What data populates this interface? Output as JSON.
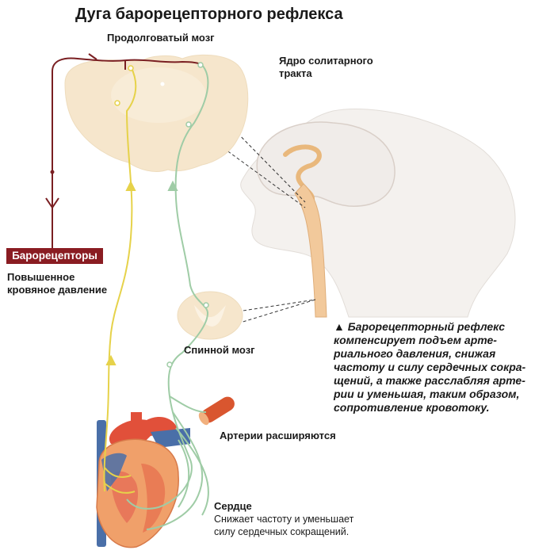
{
  "title": "Дуга барорецепторного рефлекса",
  "labels": {
    "medulla": "Продолговатый мозг",
    "solitary_nucleus": [
      "Ядро солитарного",
      "тракта"
    ],
    "baroreceptors": "Барорецепторы",
    "pressure": [
      "Повышенное",
      "кровяное давление"
    ],
    "spinal_cord": "Спинной мозг",
    "arteries": "Артерии расширяются",
    "heart_title": "Сердце",
    "heart_desc": [
      "Снижает частоту и уменьшает",
      "силу сердечных сокращений."
    ]
  },
  "caption": {
    "marker": "▲",
    "lines": [
      "Барорецепторный рефлекс",
      "компенсирует подъем арте-",
      "риального давления, снижая",
      "частоту и силу сердечных сокра-",
      "щений, а также расслабляя арте-",
      "рии и уменьшая, таким образом,",
      "сопротивление кровотоку."
    ]
  },
  "colors": {
    "afferent": "#7a1f22",
    "sympathetic": "#e6d24a",
    "parasympathetic": "#9fcca6",
    "tissue": "#f6e6cc",
    "label_box": "#8a1c22"
  }
}
